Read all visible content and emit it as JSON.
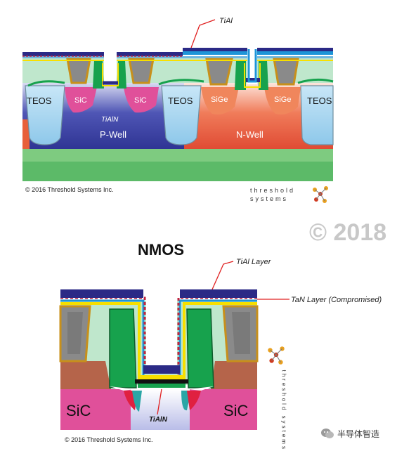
{
  "top": {
    "callout_tial": "TiAl",
    "labels": {
      "teos": "TEOS",
      "sic": "SiC",
      "sige": "SiGe",
      "tialn": "TiAlN",
      "pwell": "P-Well",
      "nwell": "N-Well"
    },
    "copyright": "© 2016 Threshold Systems Inc.",
    "logo_line1": "threshold",
    "logo_line2": "systems"
  },
  "watermark": "© 2018",
  "bottom": {
    "title": "NMOS",
    "callout_tial_layer": "TiAl Layer",
    "callout_tan_layer": "TaN Layer (Compromised)",
    "labels": {
      "sic": "SiC",
      "tialn": "TiAlN"
    },
    "copyright": "© 2016 Threshold Systems Inc.",
    "logo_vertical": "threshold systems"
  },
  "wechat": {
    "account_name": "半导体智造"
  },
  "colors": {
    "navy": "#2b2a86",
    "green_gate": "#17a24d",
    "pwell": "#3a3fa6",
    "nwell": "#ee6f4e",
    "sic": "#e0509a",
    "teos": "#9fd3ef",
    "substrate": "#5cba68",
    "yellow": "#f7df00",
    "gold": "#c8901b",
    "gray_contact": "#8a8a8a"
  }
}
